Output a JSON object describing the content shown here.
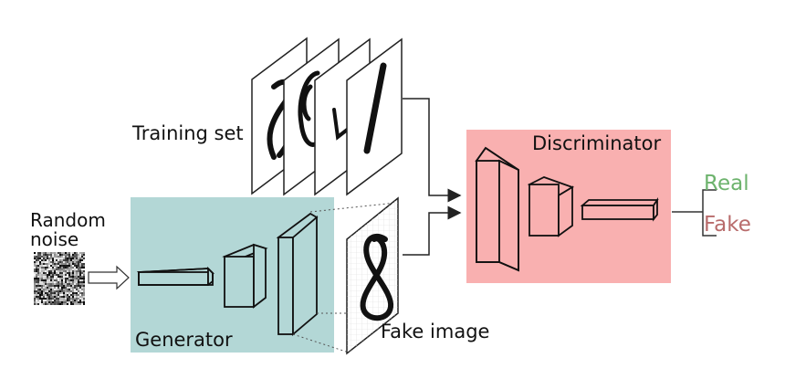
{
  "labels": {
    "training_set": "Training set",
    "random_noise_line1": "Random",
    "random_noise_line2": "noise",
    "generator": "Generator",
    "discriminator": "Discriminator",
    "fake_image": "Fake image",
    "real": "Real",
    "fake": "Fake"
  },
  "colors": {
    "generator_fill": "#b3d7d6",
    "discriminator_fill": "#f9b0b0",
    "real_text": "#6db36d",
    "fake_text": "#b86b6b",
    "line": "#222222"
  },
  "icons": {
    "noise": "random-noise-texture",
    "arrow": "hollow-arrow-right"
  }
}
